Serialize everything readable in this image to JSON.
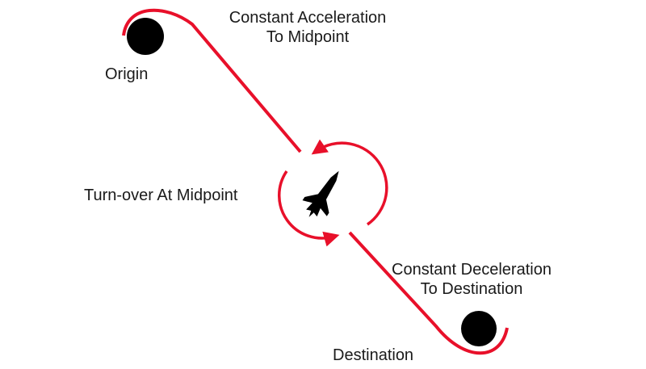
{
  "labels": {
    "origin": "Origin",
    "destination": "Destination",
    "turnover": "Turn-over At Midpoint",
    "acceleration_line1": "Constant Acceleration",
    "acceleration_line2": "To Midpoint",
    "deceleration_line1": "Constant Deceleration",
    "deceleration_line2": "To Destination"
  },
  "colors": {
    "trajectory": "#e8102a",
    "body": "#000000",
    "ship": "#000000",
    "text": "#1a1a1a"
  },
  "icons": {
    "ship": "rocket-ship-icon"
  }
}
